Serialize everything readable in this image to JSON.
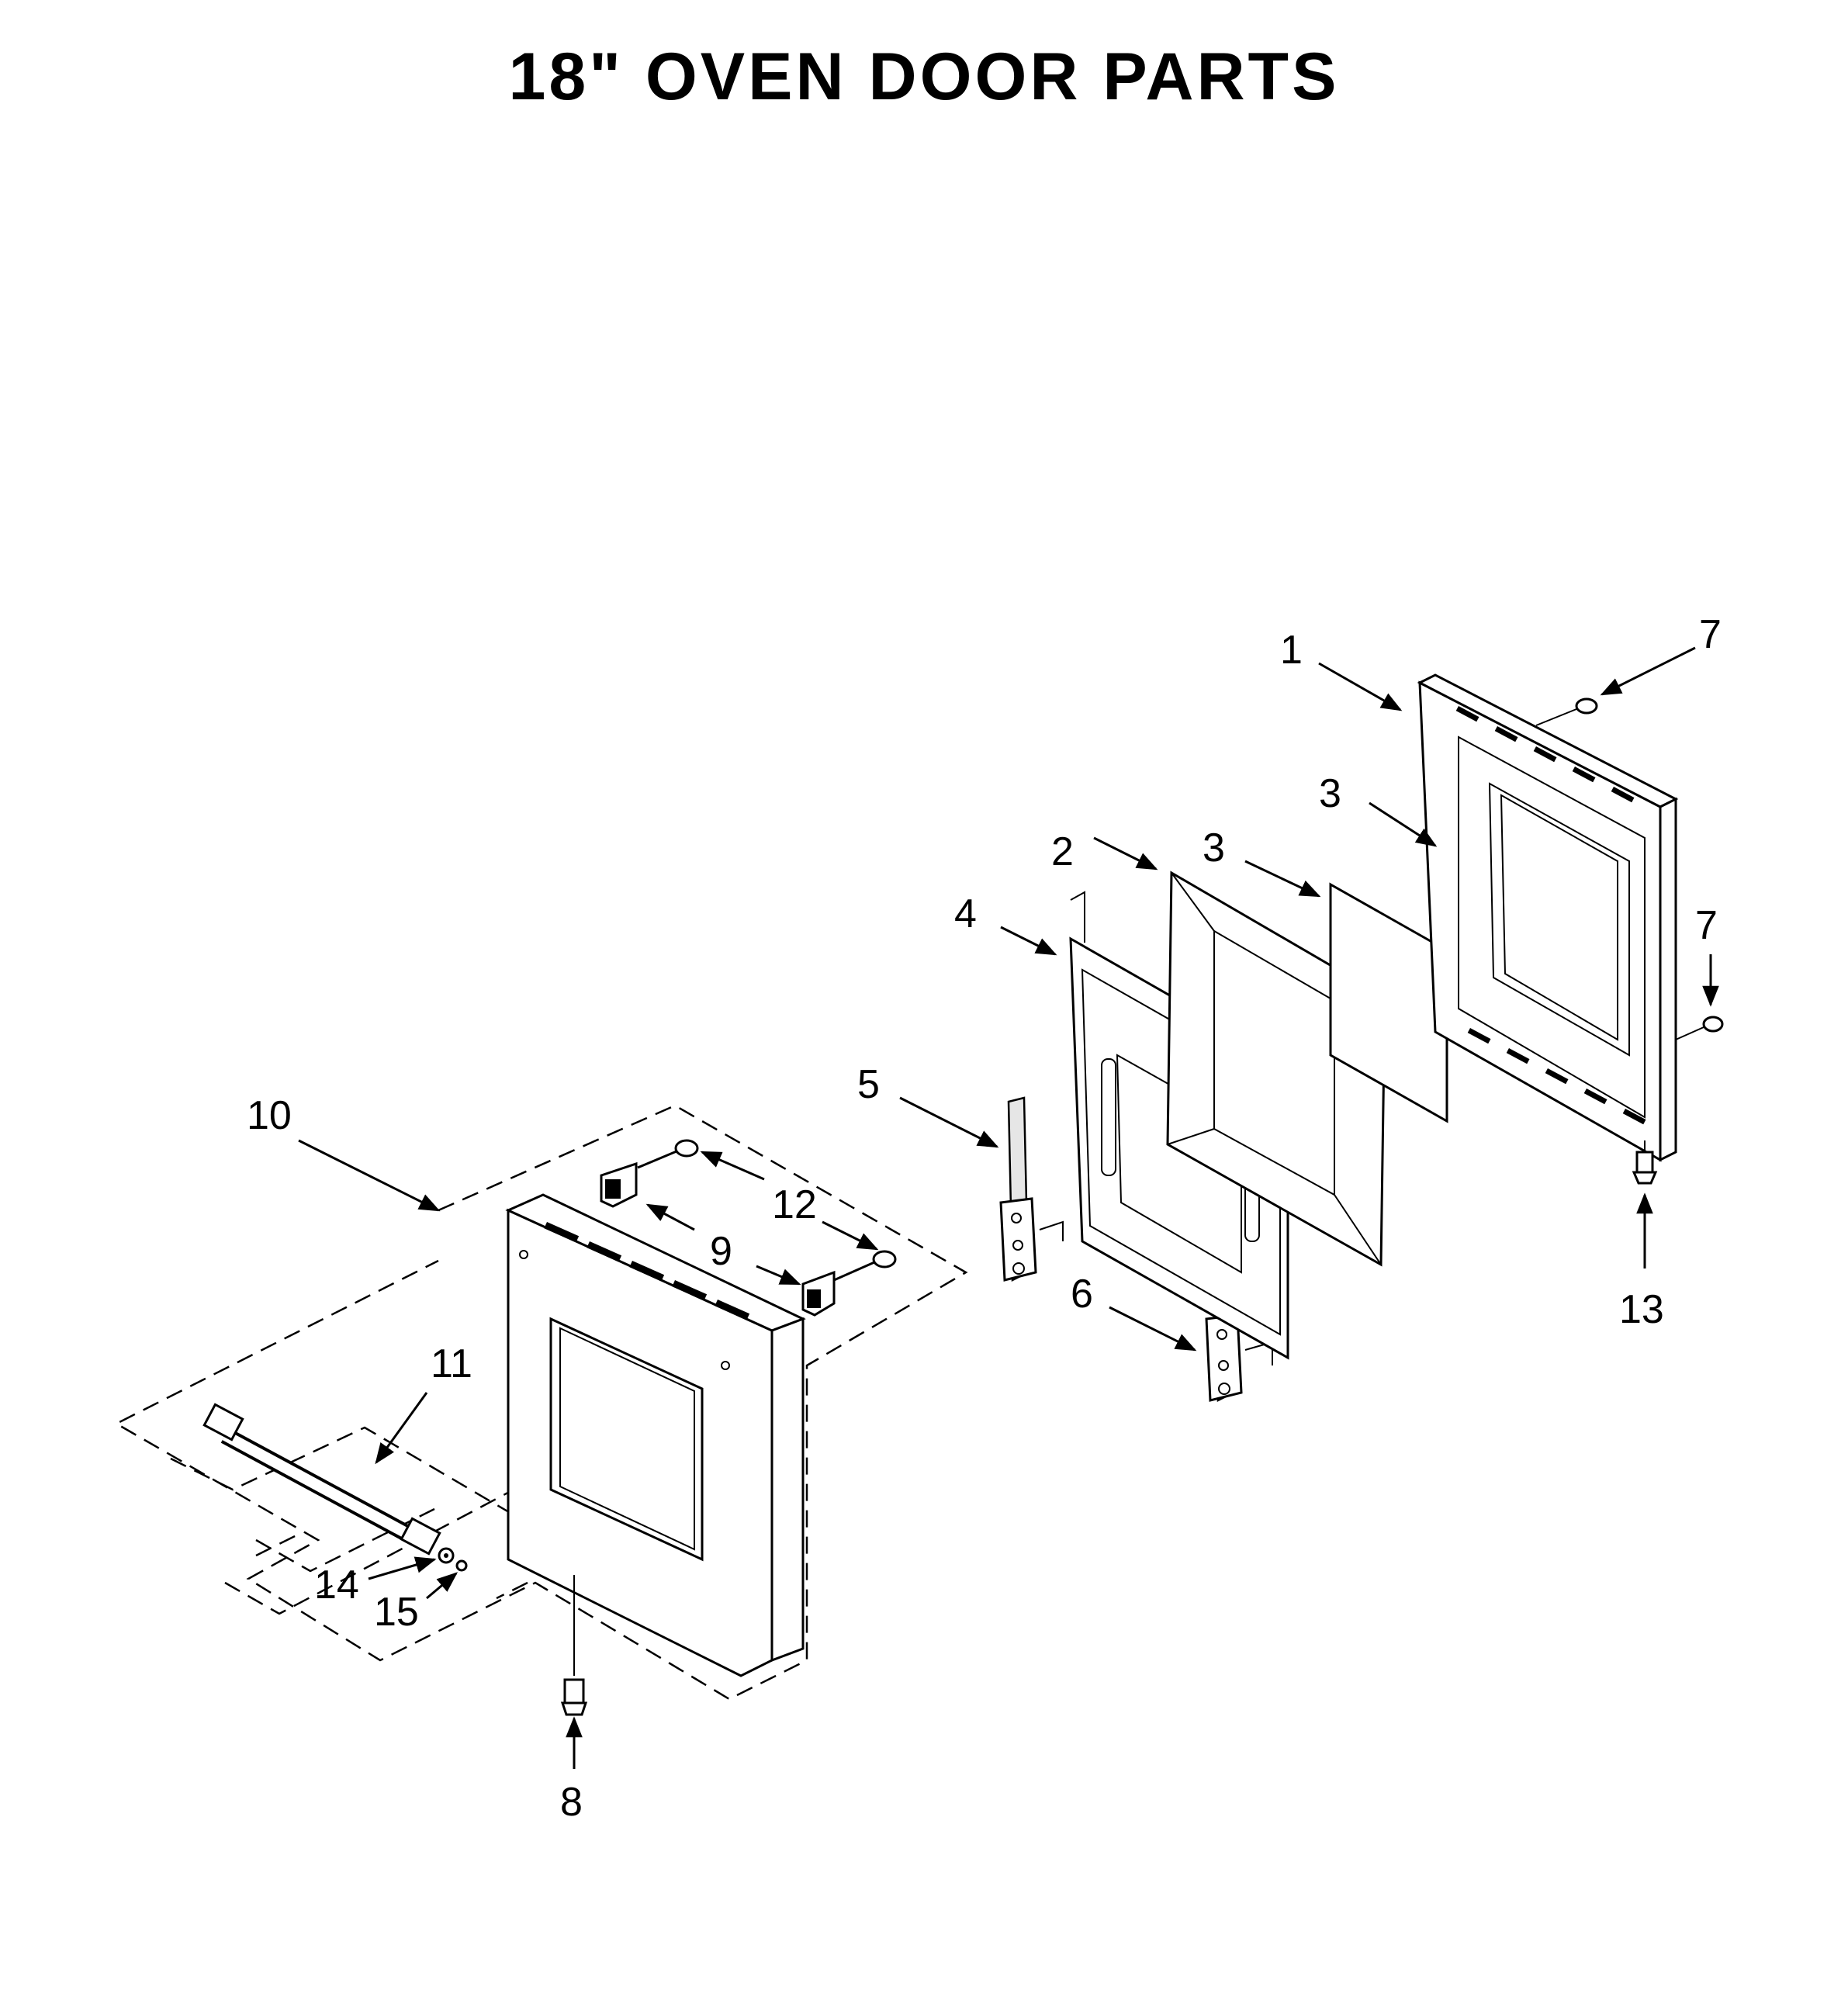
{
  "title": "18\" OVEN DOOR PARTS",
  "callouts": [
    {
      "id": "c1",
      "label": "1"
    },
    {
      "id": "c2",
      "label": "2"
    },
    {
      "id": "c3a",
      "label": "3"
    },
    {
      "id": "c3b",
      "label": "3"
    },
    {
      "id": "c4",
      "label": "4"
    },
    {
      "id": "c5",
      "label": "5"
    },
    {
      "id": "c6",
      "label": "6"
    },
    {
      "id": "c7a",
      "label": "7"
    },
    {
      "id": "c7b",
      "label": "7"
    },
    {
      "id": "c8",
      "label": "8"
    },
    {
      "id": "c9",
      "label": "9"
    },
    {
      "id": "c10",
      "label": "10"
    },
    {
      "id": "c11",
      "label": "11"
    },
    {
      "id": "c12",
      "label": "12"
    },
    {
      "id": "c13",
      "label": "13"
    },
    {
      "id": "c14",
      "label": "14"
    },
    {
      "id": "c15",
      "label": "15"
    }
  ]
}
